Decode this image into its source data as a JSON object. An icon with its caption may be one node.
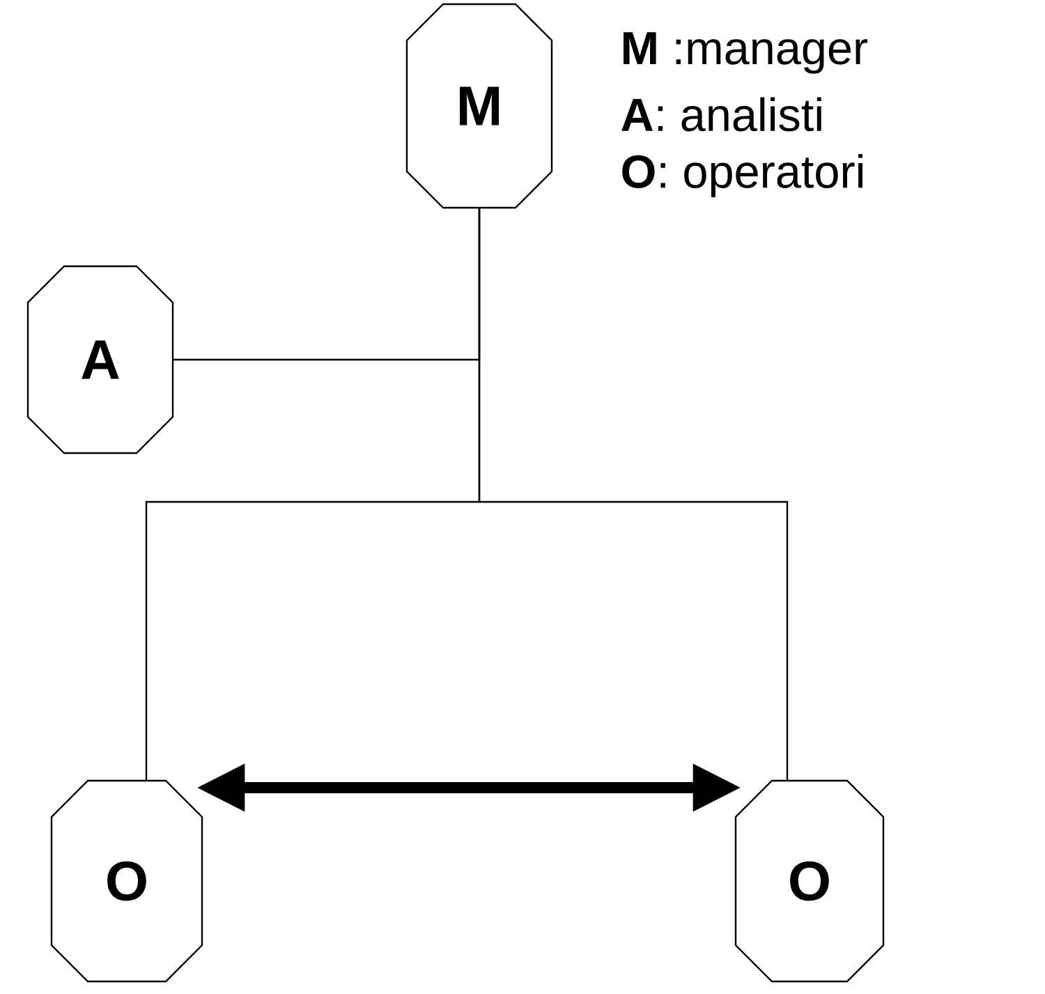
{
  "diagram": {
    "nodes": [
      {
        "text": [
          "M"
        ]
      },
      {
        "text": [
          "A"
        ]
      },
      {
        "text": [
          "O"
        ]
      },
      {
        "text": [
          "O"
        ]
      }
    ],
    "edges": [
      {
        "from": 0,
        "to": 1,
        "arrow": "none"
      },
      {
        "from": 0,
        "to": 2,
        "arrow": "none"
      },
      {
        "from": 0,
        "to": 3,
        "arrow": "none"
      },
      {
        "from": 2,
        "to": 3,
        "arrow": "both",
        "style": "thick"
      }
    ],
    "labels": [
      "**M** :manager",
      "**A**: analisti",
      "**O**: operatori"
    ]
  }
}
